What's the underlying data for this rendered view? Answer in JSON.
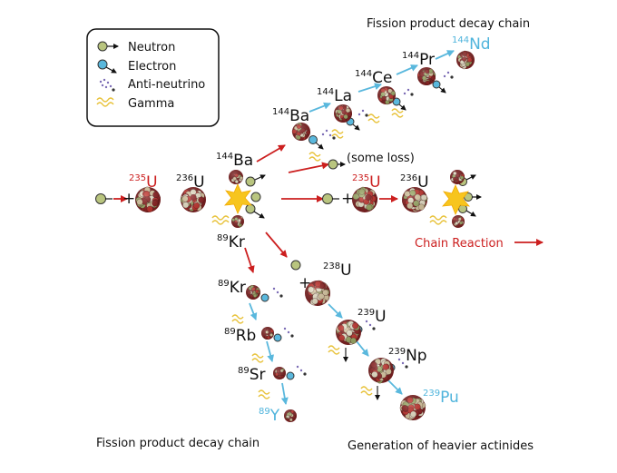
{
  "legend": {
    "neutron": "Neutron",
    "electron": "Electron",
    "antineutrino": "Anti-neutrino",
    "gamma": "Gamma"
  },
  "titles": {
    "top_chain": "Fission product decay chain",
    "bottom_chain": "Fission product decay chain",
    "actinides": "Generation of heavier actinides",
    "chain_reaction": "Chain Reaction",
    "some_loss": "(some loss)"
  },
  "nuclides": {
    "u235_a": {
      "mass": "235",
      "sym": "U"
    },
    "u236_a": {
      "mass": "236",
      "sym": "U"
    },
    "ba144_a": {
      "mass": "144",
      "sym": "Ba"
    },
    "kr89_a": {
      "mass": "89",
      "sym": "Kr"
    },
    "ba144_b": {
      "mass": "144",
      "sym": "Ba"
    },
    "la144": {
      "mass": "144",
      "sym": "La"
    },
    "ce144": {
      "mass": "144",
      "sym": "Ce"
    },
    "pr144": {
      "mass": "144",
      "sym": "Pr"
    },
    "nd144": {
      "mass": "144",
      "sym": "Nd"
    },
    "u235_b": {
      "mass": "235",
      "sym": "U"
    },
    "u236_b": {
      "mass": "236",
      "sym": "U"
    },
    "kr89_b": {
      "mass": "89",
      "sym": "Kr"
    },
    "rb89": {
      "mass": "89",
      "sym": "Rb"
    },
    "sr89": {
      "mass": "89",
      "sym": "Sr"
    },
    "y89": {
      "mass": "89",
      "sym": "Y"
    },
    "u238": {
      "mass": "238",
      "sym": "U"
    },
    "u239": {
      "mass": "239",
      "sym": "U"
    },
    "np239": {
      "mass": "239",
      "sym": "Np"
    },
    "pu239": {
      "mass": "239",
      "sym": "Pu"
    }
  },
  "plus": "+",
  "colors": {
    "red_arrow": "#cc1f1f",
    "blue_arrow": "#5ab8dd",
    "neutron": "#b9c57f",
    "electron": "#5ab8dd",
    "gamma": "#e8c23a",
    "flash": "#f7c51e"
  }
}
